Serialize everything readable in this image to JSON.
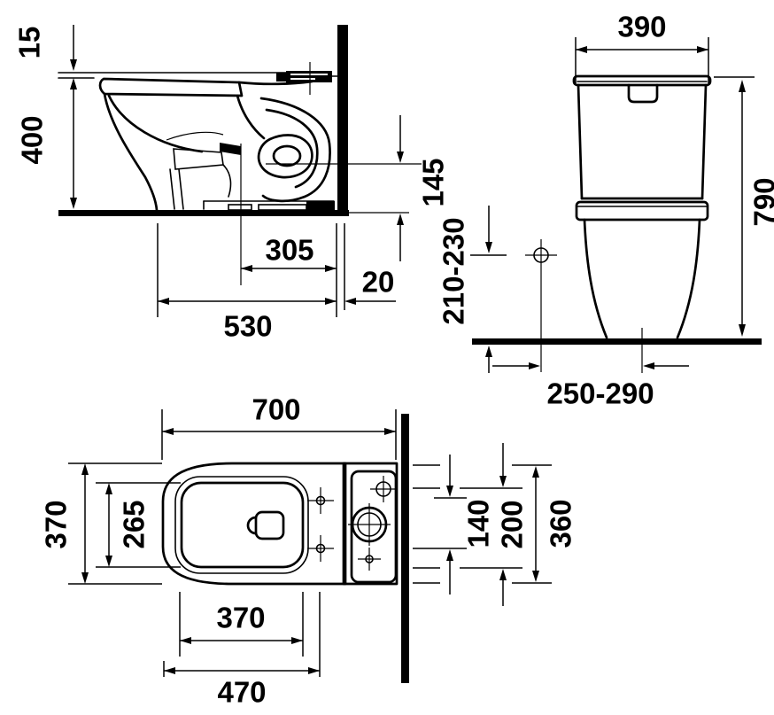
{
  "drawing": {
    "background": "#ffffff",
    "line_color": "#000000",
    "views": {
      "side_elevation": {
        "name": "side-elevation",
        "dims": {
          "seat_edge": "15",
          "height": "400",
          "outlet_to_wall": "305",
          "depth": "530",
          "wall_clearance": "20",
          "outlet_height": "145"
        }
      },
      "front_elevation": {
        "name": "front-elevation",
        "dims": {
          "cistern_width": "390",
          "total_height": "790",
          "supply_height_range": "210-230",
          "supply_lateral_range": "250-290"
        }
      },
      "plan_view": {
        "name": "plan-view",
        "dims": {
          "total_depth": "700",
          "total_width": "370",
          "opening_width": "265",
          "opening_depth": "370",
          "holes_to_front": "470",
          "hole_spacing_vertical": "140",
          "cistern_hole_spacing": "200",
          "rear_width": "360"
        }
      }
    }
  }
}
